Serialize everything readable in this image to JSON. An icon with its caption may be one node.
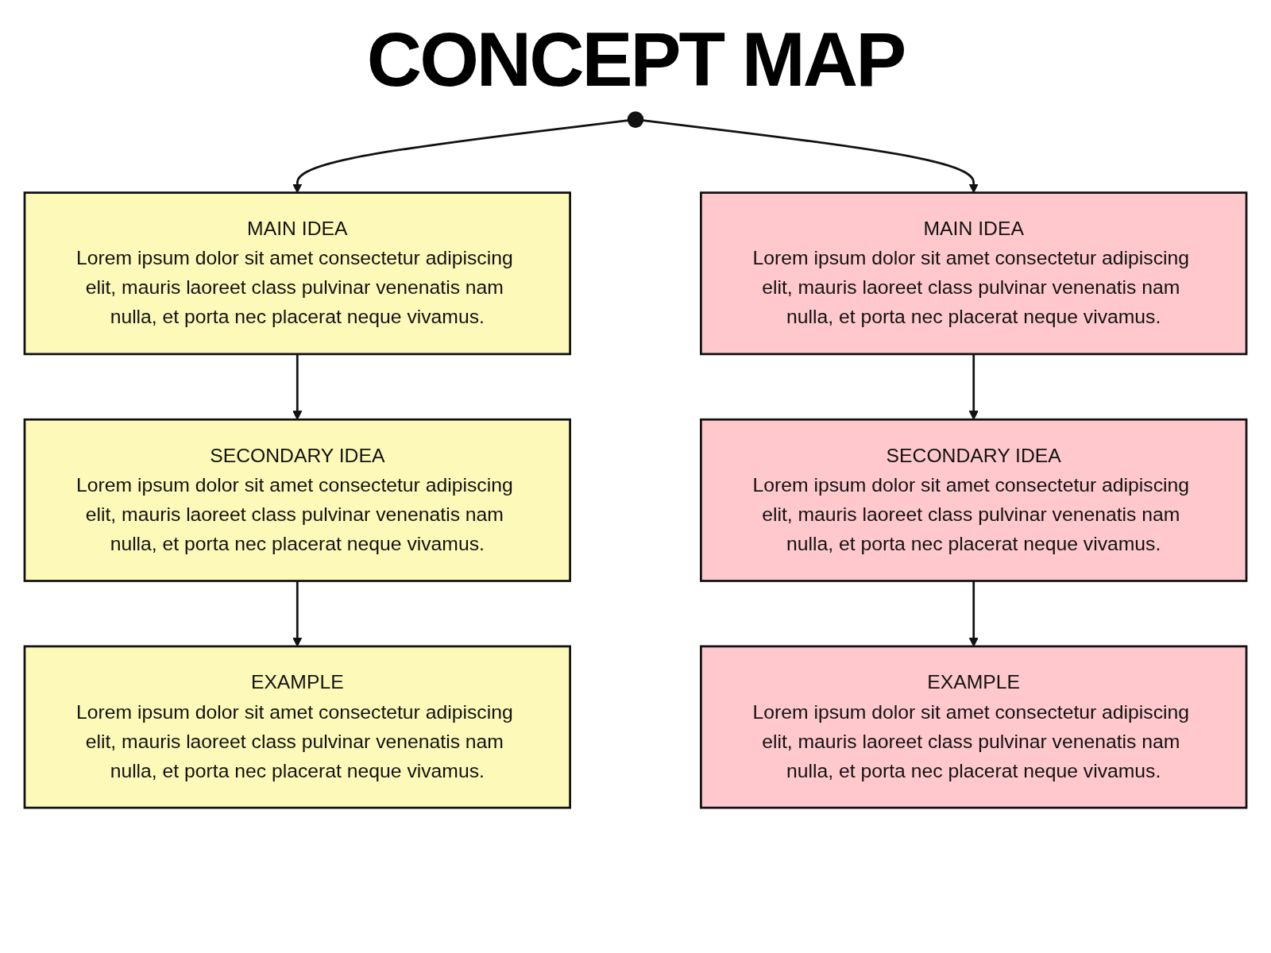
{
  "diagram": {
    "title": "CONCEPT MAP",
    "nodes": [
      {
        "text": [
          "MAIN IDEA",
          "Lorem ipsum dolor sit amet consectetur adipiscing elit, mauris laoreet class pulvinar venenatis nam nulla, et porta nec placerat neque vivamus."
        ]
      },
      {
        "text": [
          "SECONDARY IDEA",
          "Lorem ipsum dolor sit amet consectetur adipiscing elit, mauris laoreet class pulvinar venenatis nam nulla, et porta nec placerat neque vivamus."
        ]
      },
      {
        "text": [
          "EXAMPLE",
          "Lorem ipsum dolor sit amet consectetur adipiscing elit, mauris laoreet class pulvinar venenatis nam nulla, et porta nec placerat neque vivamus."
        ]
      },
      {
        "text": [
          "MAIN IDEA",
          "Lorem ipsum dolor sit amet consectetur adipiscing elit, mauris laoreet class pulvinar venenatis nam nulla, et porta nec placerat neque vivamus."
        ]
      },
      {
        "text": [
          "SECONDARY IDEA",
          "Lorem ipsum dolor sit amet consectetur adipiscing elit, mauris laoreet class pulvinar venenatis nam nulla, et porta nec placerat neque vivamus."
        ]
      },
      {
        "text": [
          "EXAMPLE",
          "Lorem ipsum dolor sit amet consectetur adipiscing elit, mauris laoreet class pulvinar venenatis nam nulla, et porta nec placerat neque vivamus."
        ]
      }
    ],
    "edges": [
      {
        "from": null,
        "to": 0,
        "arrow": "to"
      },
      {
        "from": null,
        "to": 3,
        "arrow": "to"
      },
      {
        "from": 0,
        "to": 1,
        "arrow": "to"
      },
      {
        "from": 1,
        "to": 2,
        "arrow": "to"
      },
      {
        "from": 3,
        "to": 4,
        "arrow": "to"
      },
      {
        "from": 4,
        "to": 5,
        "arrow": "to"
      }
    ]
  }
}
